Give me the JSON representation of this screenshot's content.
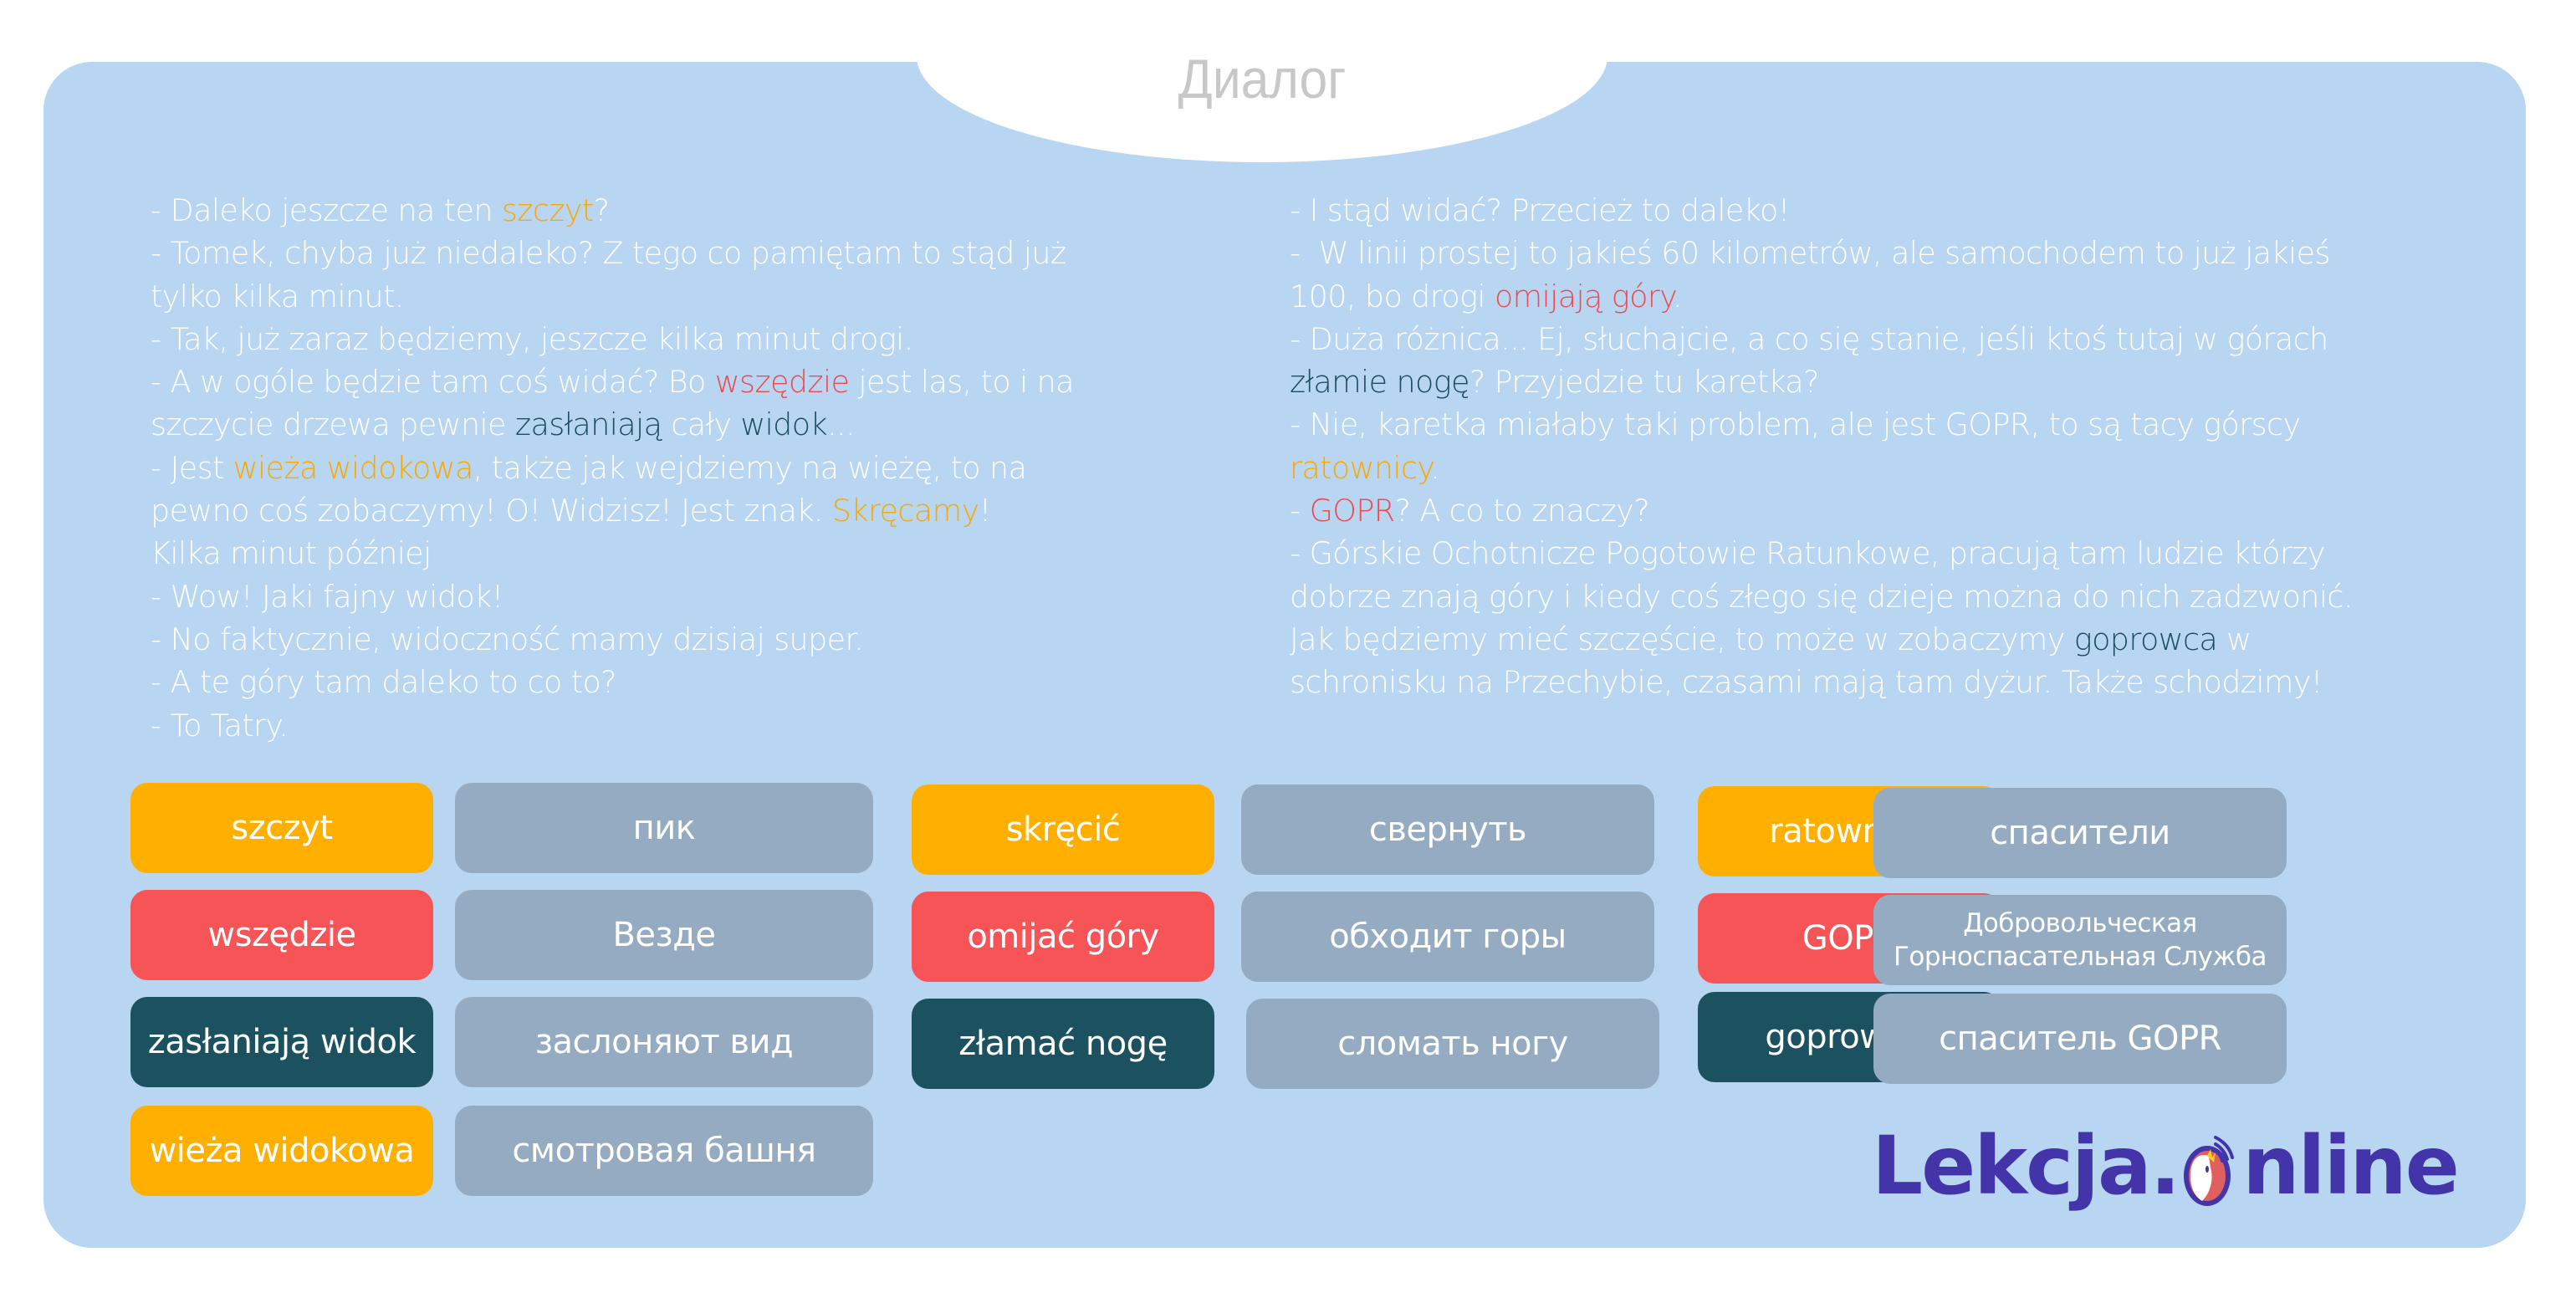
{
  "title": "Диалог",
  "colors": {
    "panel": "#B8D6F1",
    "orange": "#FFAF00",
    "red": "#F65457",
    "teal": "#1C5260",
    "gray": "#95ABC2",
    "logo": "#4334AA"
  },
  "dialog_left": [
    [
      {
        "t": "- Daleko jeszcze na ten "
      },
      {
        "t": "szczyt",
        "c": "orange"
      },
      {
        "t": "?"
      }
    ],
    [
      {
        "t": "- Tomek, chyba już niedaleko? Z tego co pamiętam to stąd już"
      }
    ],
    [
      {
        "t": "tylko kilka minut."
      }
    ],
    [
      {
        "t": "- Tak, już zaraz będziemy, jeszcze kilka minut drogi."
      }
    ],
    [
      {
        "t": "- A w ogóle będzie tam coś widać? Bo "
      },
      {
        "t": "wszędzie",
        "c": "red"
      },
      {
        "t": " jest las, to i na"
      }
    ],
    [
      {
        "t": "szczycie drzewa pewnie "
      },
      {
        "t": "zasłaniają",
        "c": "teal"
      },
      {
        "t": " cały "
      },
      {
        "t": "widok",
        "c": "teal"
      },
      {
        "t": "..."
      }
    ],
    [
      {
        "t": "- Jest "
      },
      {
        "t": "wieża widokowa",
        "c": "orange"
      },
      {
        "t": ", także jak wejdziemy na wieżę, to na"
      }
    ],
    [
      {
        "t": "pewno coś zobaczymy! O! Widzisz! Jest znak. "
      },
      {
        "t": "Skręcamy",
        "c": "orange"
      },
      {
        "t": "!"
      }
    ],
    [
      {
        "t": "Kilka minut później"
      }
    ],
    [
      {
        "t": "- Wow! Jaki fajny widok!"
      }
    ],
    [
      {
        "t": "- No faktycznie, widoczność mamy dzisiaj super."
      }
    ],
    [
      {
        "t": "- A te góry tam daleko to co to?"
      }
    ],
    [
      {
        "t": "- To Tatry."
      }
    ]
  ],
  "dialog_right": [
    [
      {
        "t": "- I stąd widać? Przecież to daleko!"
      }
    ],
    [
      {
        "t": "-  W linii prostej to jakieś 60 kilometrów, ale samochodem to już jakieś"
      }
    ],
    [
      {
        "t": "100, bo drogi "
      },
      {
        "t": "omijają góry",
        "c": "red"
      },
      {
        "t": "."
      }
    ],
    [
      {
        "t": "- Duża różnica... Ej, słuchajcie, a co się stanie, jeśli ktoś tutaj w górach"
      }
    ],
    [
      {
        "t": "złamie nogę",
        "c": "teal"
      },
      {
        "t": "? Przyjedzie tu karetka?"
      }
    ],
    [
      {
        "t": "- Nie, karetka miałaby taki problem, ale jest GOPR, to są tacy górscy"
      }
    ],
    [
      {
        "t": "ratownicy",
        "c": "orange"
      },
      {
        "t": "."
      }
    ],
    [
      {
        "t": "- "
      },
      {
        "t": "GOPR",
        "c": "red"
      },
      {
        "t": "? A co to znaczy?"
      }
    ],
    [
      {
        "t": "- Górskie Ochotnicze Pogotowie Ratunkowe, pracują tam ludzie którzy"
      }
    ],
    [
      {
        "t": "dobrze znają góry i kiedy coś złego się dzieje można do nich zadzwonić."
      }
    ],
    [
      {
        "t": "Jak będziemy mieć szczęście, to może w zobaczymy "
      },
      {
        "t": "goprowca",
        "c": "teal"
      },
      {
        "t": " w"
      }
    ],
    [
      {
        "t": "schronisku na Przechybie, czasami mają tam dyżur. Także schodzimy!"
      }
    ]
  ],
  "vocab": {
    "col1": [
      {
        "pl": "szczyt",
        "ru": "пик",
        "color": "orange"
      },
      {
        "pl": "wszędzie",
        "ru": "Везде",
        "color": "red"
      },
      {
        "pl": "zasłaniają widok",
        "ru": "заслоняют вид",
        "color": "teal"
      },
      {
        "pl": "wieża widokowa",
        "ru": "смотровая башня",
        "color": "orange"
      }
    ],
    "col2": [
      {
        "pl": "skręcić",
        "ru": "свернуть",
        "color": "orange"
      },
      {
        "pl": "omijać góry",
        "ru": "обходит горы",
        "color": "red"
      },
      {
        "pl": "złamać nogę",
        "ru": "сломать ногу",
        "color": "teal"
      }
    ],
    "col3": [
      {
        "pl": "ratownicy",
        "ru": "спасители",
        "color": "orange"
      },
      {
        "pl": "GOPR",
        "ru": "Добровольческая Горноспасательная Служба",
        "color": "red"
      },
      {
        "pl": "goprowiec",
        "ru": "спаситель GOPR",
        "color": "teal"
      }
    ]
  },
  "logo": {
    "part1": "Lekcja.",
    "part2": "nline",
    "icon": "parrot-o-icon"
  }
}
